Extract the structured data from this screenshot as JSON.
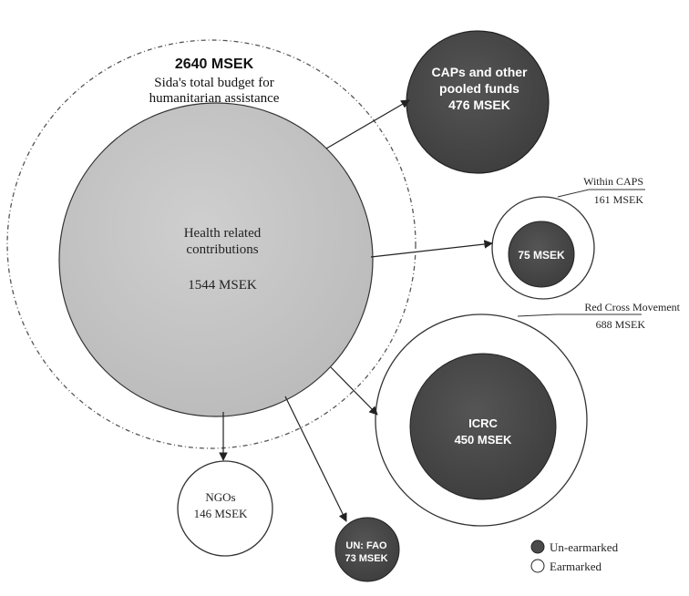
{
  "total": {
    "amount": "2640 MSEK",
    "line1": "Sida's total budget for",
    "line2": "humanitarian assistance"
  },
  "health": {
    "line1": "Health related",
    "line2": "contributions",
    "amount": "1544 MSEK"
  },
  "caps_pooled": {
    "line1": "CAPs and other",
    "line2": "pooled funds",
    "amount": "476 MSEK"
  },
  "within_caps": {
    "label": "Within CAPS",
    "amount": "161 MSEK",
    "inner_amount": "75 MSEK"
  },
  "red_cross": {
    "label": "Red Cross Movement",
    "amount": "688 MSEK"
  },
  "icrc": {
    "label": "ICRC",
    "amount": "450 MSEK"
  },
  "ngos": {
    "label": "NGOs",
    "amount": "146 MSEK"
  },
  "un_fao": {
    "label": "UN: FAO",
    "amount": "73 MSEK"
  },
  "legend": {
    "unearmarked": "Un-earmarked",
    "earmarked": "Earmarked"
  },
  "colors": {
    "unearmarked": "#4a4a4a",
    "health_fill": "#c4c4c4",
    "earmarked": "#ffffff",
    "stroke": "#222222"
  }
}
